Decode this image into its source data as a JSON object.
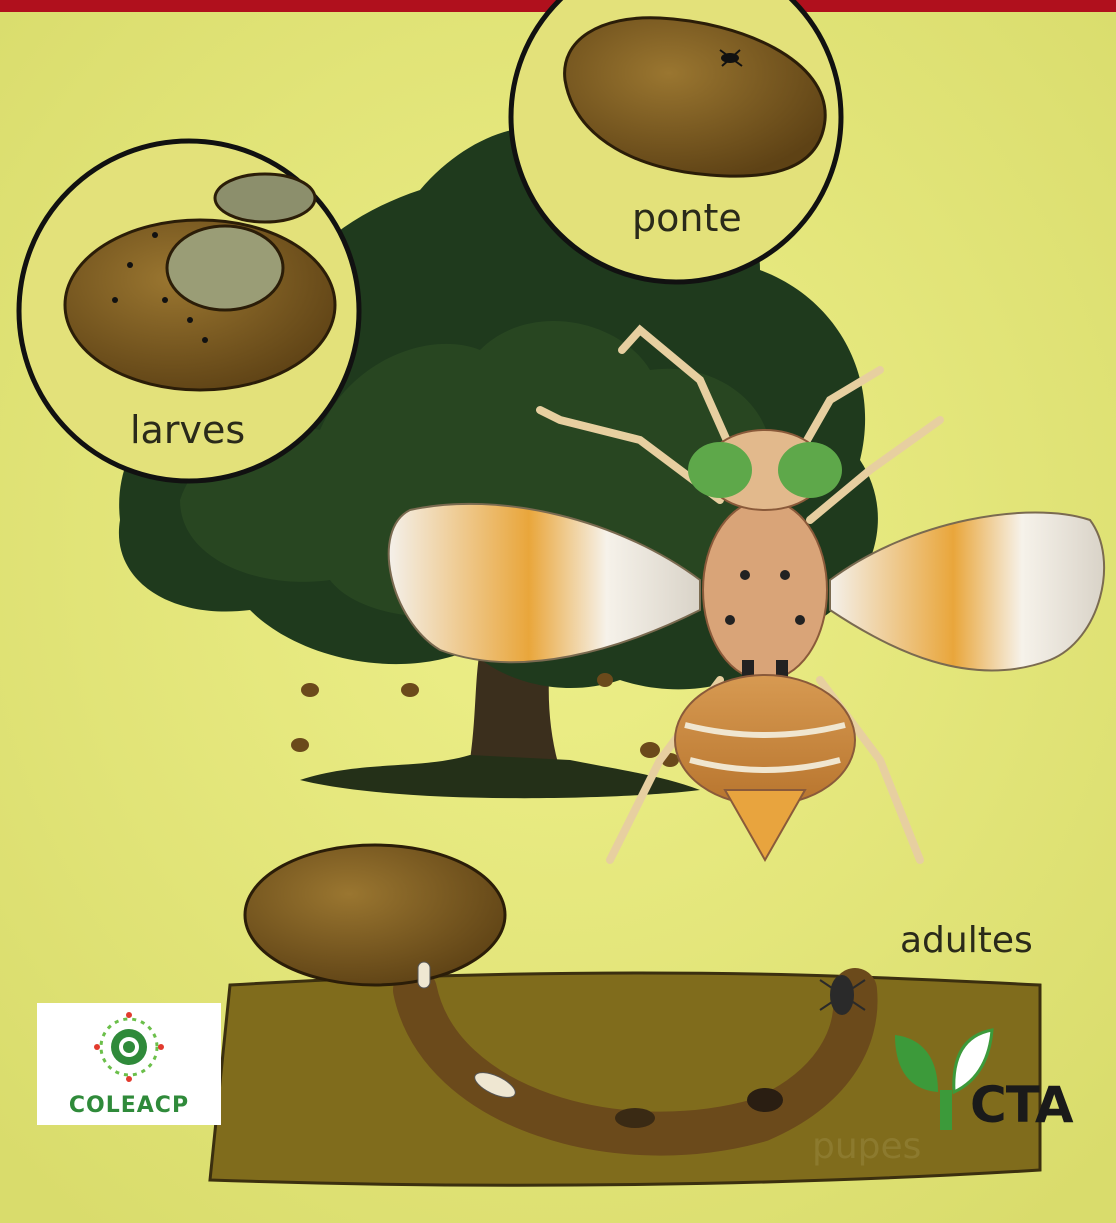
{
  "labels": {
    "ponte": "ponte",
    "larves": "larves",
    "adultes": "adultes",
    "pupes": "pupes"
  },
  "logos": {
    "coleacp": "COLEACP",
    "cta": "CTA"
  },
  "colors": {
    "background": "#e6e77a",
    "top_bar": "#b0101d",
    "tree_foliage": "#1f3a1d",
    "olive": "#7a5a1f",
    "soil": "#806c1c",
    "tunnel": "#6b4a1b",
    "coleacp_green": "#2f8a3a",
    "cta_green": "#3c9a3a"
  }
}
